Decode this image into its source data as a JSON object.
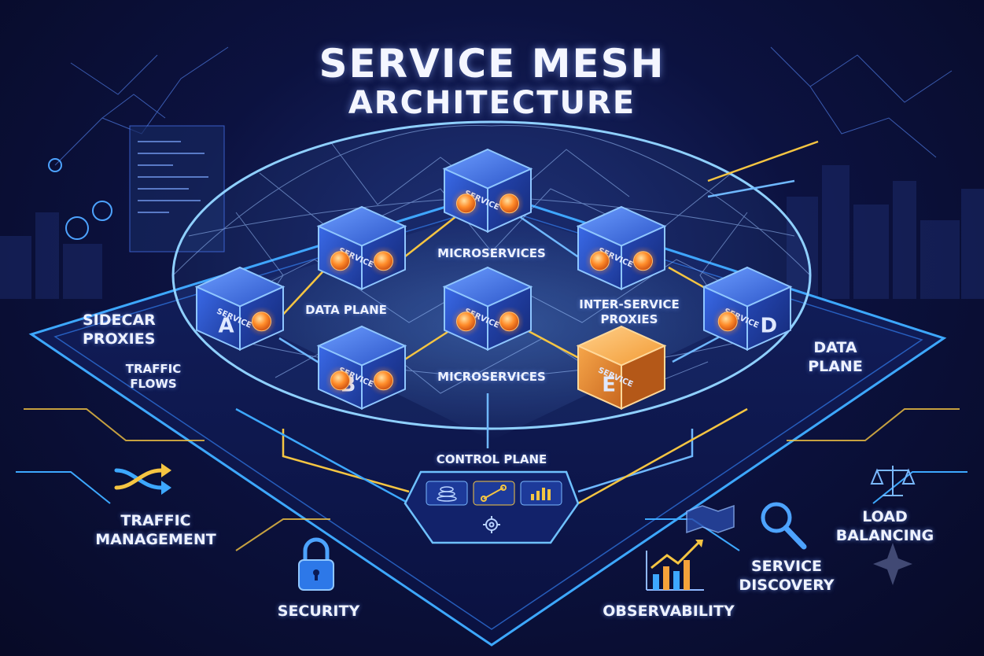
{
  "title": {
    "line1": "SERVICE MESH",
    "line2": "ARCHITECTURE"
  },
  "labels": {
    "microservices_top": "MICROSERVICES",
    "microservices_mid": "MICROSERVICES",
    "data_plane_center": "DATA PLANE",
    "inter_service_proxies": "INTER-SERVICE PROXIES",
    "sidecar_proxies": "SIDECAR PROXIES",
    "traffic_flows": "TRAFFIC FLOWS",
    "data_plane_right": "DATA PLANE",
    "control_plane": "CONTROL PLANE",
    "traffic_management": "TRAFFIC MANAGEMENT",
    "security": "SECURITY",
    "observability": "OBSERVABILITY",
    "service_discovery": "SERVICE DISCOVERY",
    "load_balancing": "LOAD BALANCING"
  },
  "services": [
    {
      "word": "SERVICE",
      "letter": "A"
    },
    {
      "word": "SERVICE",
      "letter": ""
    },
    {
      "word": "SERVICE",
      "letter": ""
    },
    {
      "word": "SERVICE",
      "letter": ""
    },
    {
      "word": "SERVICE",
      "letter": ""
    },
    {
      "word": "SERVICE",
      "letter": "B"
    },
    {
      "word": "SERVICE",
      "letter": "D"
    },
    {
      "word": "SERVICE",
      "letter": "E"
    }
  ],
  "colors": {
    "cube_blue": "#2f5fd8",
    "cube_highlight": "#f2a23a",
    "proxy_orange": "#ff8a2a",
    "mesh_line": "#9ec4ff",
    "flow_arrow": "#f5c542",
    "platform_edge": "#3da8ff"
  },
  "icons": {
    "traffic": "shuffle-arrows-icon",
    "security": "padlock-icon",
    "observability": "bar-chart-trend-icon",
    "discovery": "magnifier-icon",
    "load": "balance-scale-icon"
  }
}
